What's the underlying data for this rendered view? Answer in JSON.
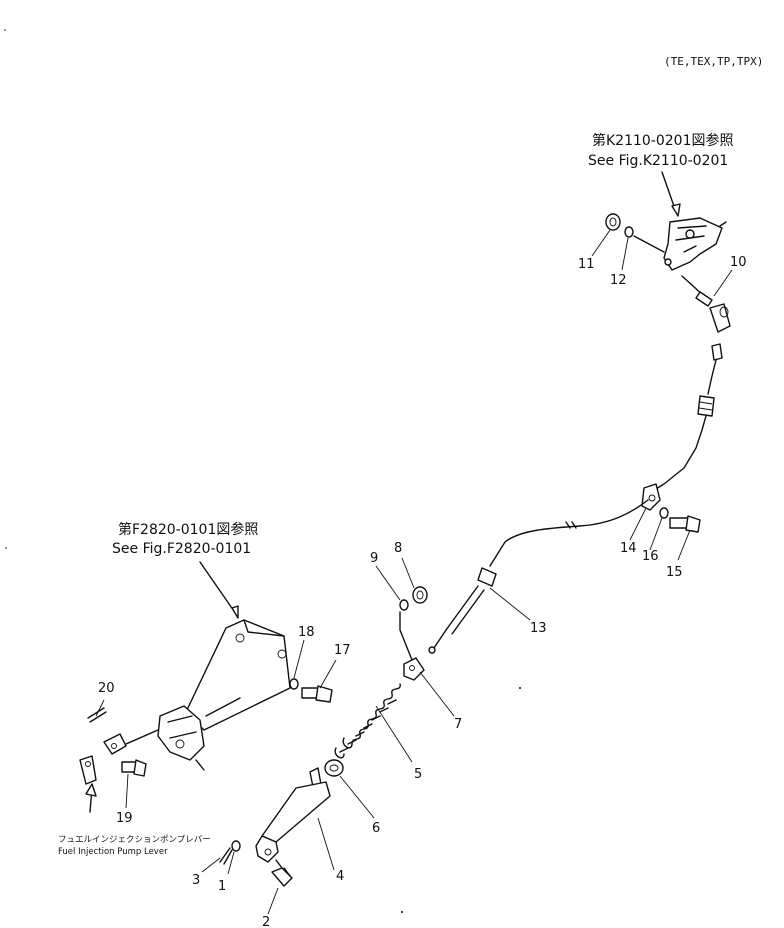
{
  "header": {
    "models": "(TE,TEX,TP,TPX)"
  },
  "references": {
    "top_right": {
      "jp": "第K2110-0201図参照",
      "en": "See Fig.K2110-0201"
    },
    "left": {
      "jp": "第F2820-0101図参照",
      "en": "See Fig.F2820-0101"
    }
  },
  "pump_lever_label": {
    "jp": "フュエルインジェクションポンプレバー",
    "en": "Fuel Injection Pump Lever"
  },
  "parts": [
    "1",
    "2",
    "3",
    "4",
    "5",
    "6",
    "7",
    "8",
    "9",
    "10",
    "11",
    "12",
    "13",
    "14",
    "15",
    "16",
    "17",
    "18",
    "19",
    "20"
  ]
}
